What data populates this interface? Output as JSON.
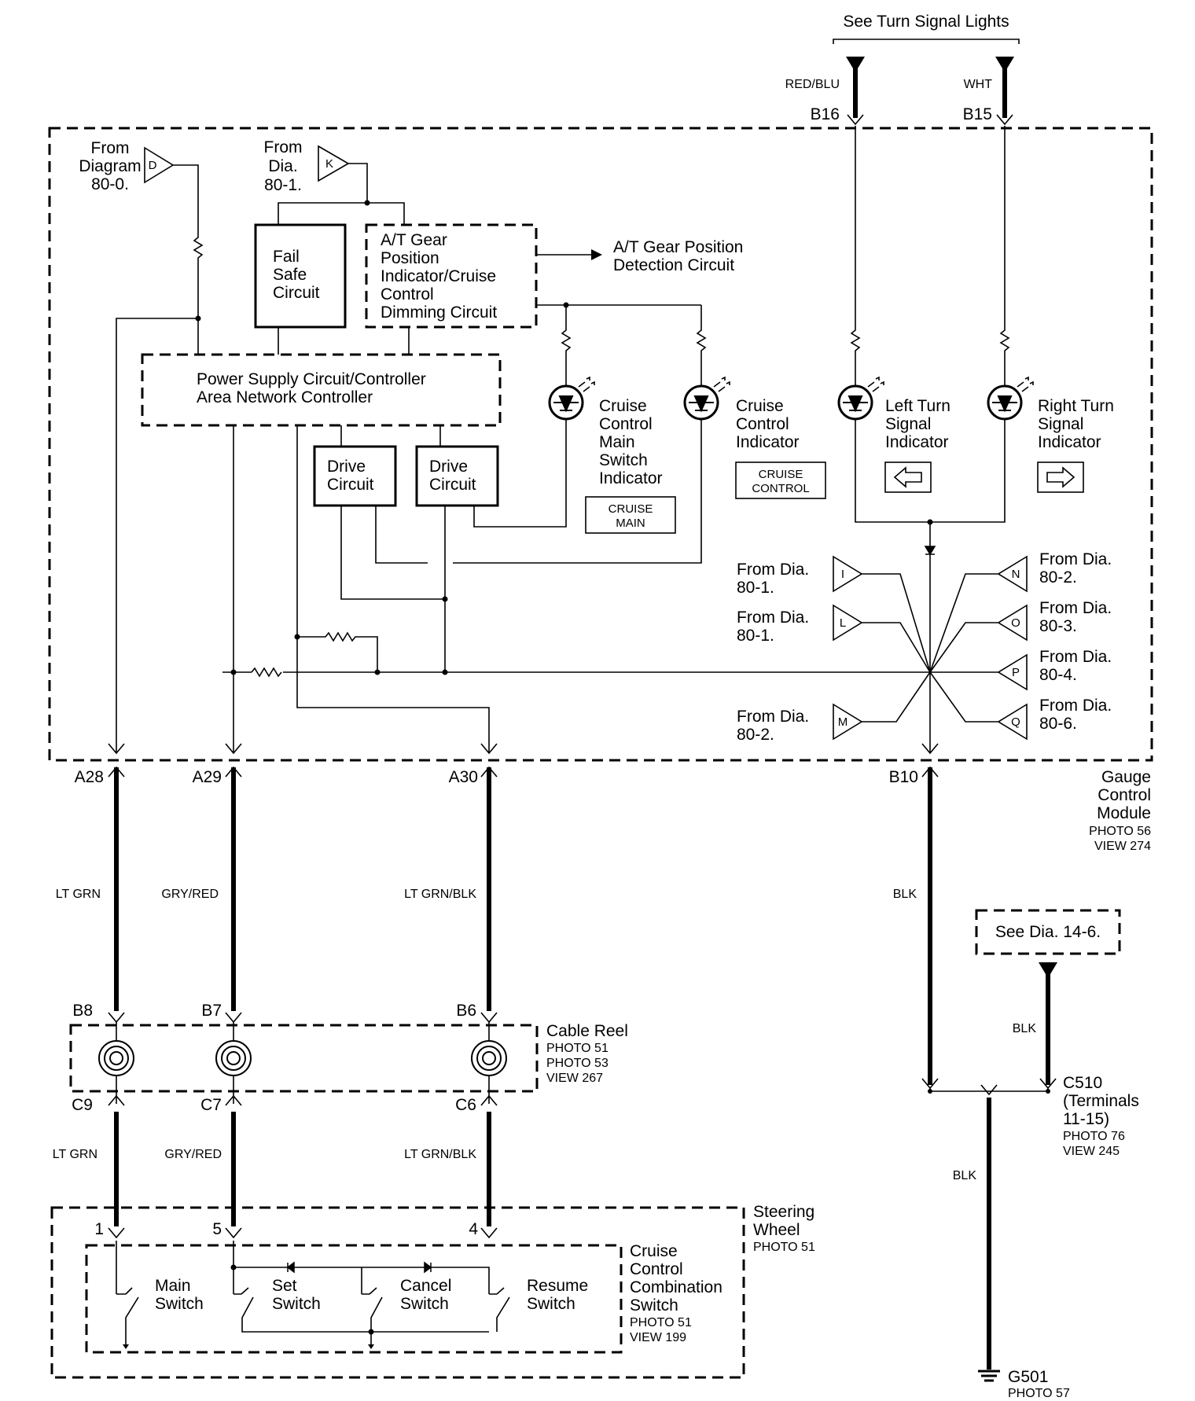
{
  "top": {
    "turn_signal_ref": "See Turn Signal Lights"
  },
  "top_wires": [
    {
      "color": "RED/BLU",
      "pin": "B16"
    },
    {
      "color": "WHT",
      "pin": "B15"
    }
  ],
  "refs": {
    "diagram_d": {
      "line1": "From",
      "line2": "Diagram",
      "line3": "80-0.",
      "letter": "D"
    },
    "dia_k": {
      "line1": "From",
      "line2": "Dia.",
      "line3": "80-1.",
      "letter": "K"
    }
  },
  "blocks": {
    "fail_safe": [
      "Fail",
      "Safe",
      "Circuit"
    ],
    "at_gear": [
      "A/T Gear",
      "Position",
      "Indicator/Cruise",
      "Control",
      "Dimming Circuit"
    ],
    "at_detect": [
      "A/T Gear Position",
      "Detection Circuit"
    ],
    "power_supply": [
      "Power Supply Circuit/Controller",
      "Area Network Controller"
    ],
    "drive1": [
      "Drive",
      "Circuit"
    ],
    "drive2": [
      "Drive",
      "Circuit"
    ]
  },
  "indicators": {
    "cruise_main": {
      "lines": [
        "Cruise",
        "Control",
        "Main",
        "Switch",
        "Indicator"
      ],
      "badge": [
        "CRUISE",
        "MAIN"
      ]
    },
    "cruise_control": {
      "lines": [
        "Cruise",
        "Control",
        "Indicator"
      ],
      "badge": [
        "CRUISE",
        "CONTROL"
      ]
    },
    "left_turn": {
      "lines": [
        "Left Turn",
        "Signal",
        "Indicator"
      ],
      "arrow": "left-arrow-icon"
    },
    "right_turn": {
      "lines": [
        "Right Turn",
        "Signal",
        "Indicator"
      ],
      "arrow": "right-arrow-icon"
    }
  },
  "from_dia": [
    {
      "letter": "I",
      "line1": "From Dia.",
      "line2": "80-1."
    },
    {
      "letter": "L",
      "line1": "From Dia.",
      "line2": "80-1."
    },
    {
      "letter": "M",
      "line1": "From Dia.",
      "line2": "80-2."
    },
    {
      "letter": "N",
      "line1": "From Dia.",
      "line2": "80-2."
    },
    {
      "letter": "O",
      "line1": "From Dia.",
      "line2": "80-3."
    },
    {
      "letter": "P",
      "line1": "From Dia.",
      "line2": "80-4."
    },
    {
      "letter": "Q",
      "line1": "From Dia.",
      "line2": "80-6."
    }
  ],
  "gauge_module": {
    "lines": [
      "Gauge",
      "Control",
      "Module"
    ],
    "photo": "PHOTO 56",
    "view": "VIEW 274"
  },
  "module_pins": [
    "A28",
    "A29",
    "A30",
    "B10"
  ],
  "wire_colors": {
    "a28": "LT GRN",
    "a29": "GRY/RED",
    "a30": "LT GRN/BLK",
    "b10": "BLK",
    "c9": "LT GRN",
    "c7": "GRY/RED",
    "c6": "LT GRN/BLK",
    "see_dia_blk": "BLK",
    "ground_blk": "BLK"
  },
  "see_dia": "See Dia. 14-6.",
  "cable_reel": {
    "title": "Cable Reel",
    "photo1": "PHOTO 51",
    "photo2": "PHOTO 53",
    "view": "VIEW 267",
    "top_pins": [
      "B8",
      "B7",
      "B6"
    ],
    "bottom_pins": [
      "C9",
      "C7",
      "C6"
    ]
  },
  "connector_c510": {
    "name": "C510",
    "terms1": "(Terminals",
    "terms2": "11-15)",
    "photo": "PHOTO 76",
    "view": "VIEW 245"
  },
  "steering_wheel": {
    "line1": "Steering",
    "line2": "Wheel",
    "photo": "PHOTO 51",
    "pins": [
      "1",
      "5",
      "4"
    ]
  },
  "combo_switch": {
    "lines": [
      "Cruise",
      "Control",
      "Combination",
      "Switch"
    ],
    "photo": "PHOTO 51",
    "view": "VIEW 199"
  },
  "switches": [
    [
      "Main",
      "Switch"
    ],
    [
      "Set",
      "Switch"
    ],
    [
      "Cancel",
      "Switch"
    ],
    [
      "Resume",
      "Switch"
    ]
  ],
  "ground": {
    "name": "G501",
    "photo": "PHOTO 57"
  }
}
